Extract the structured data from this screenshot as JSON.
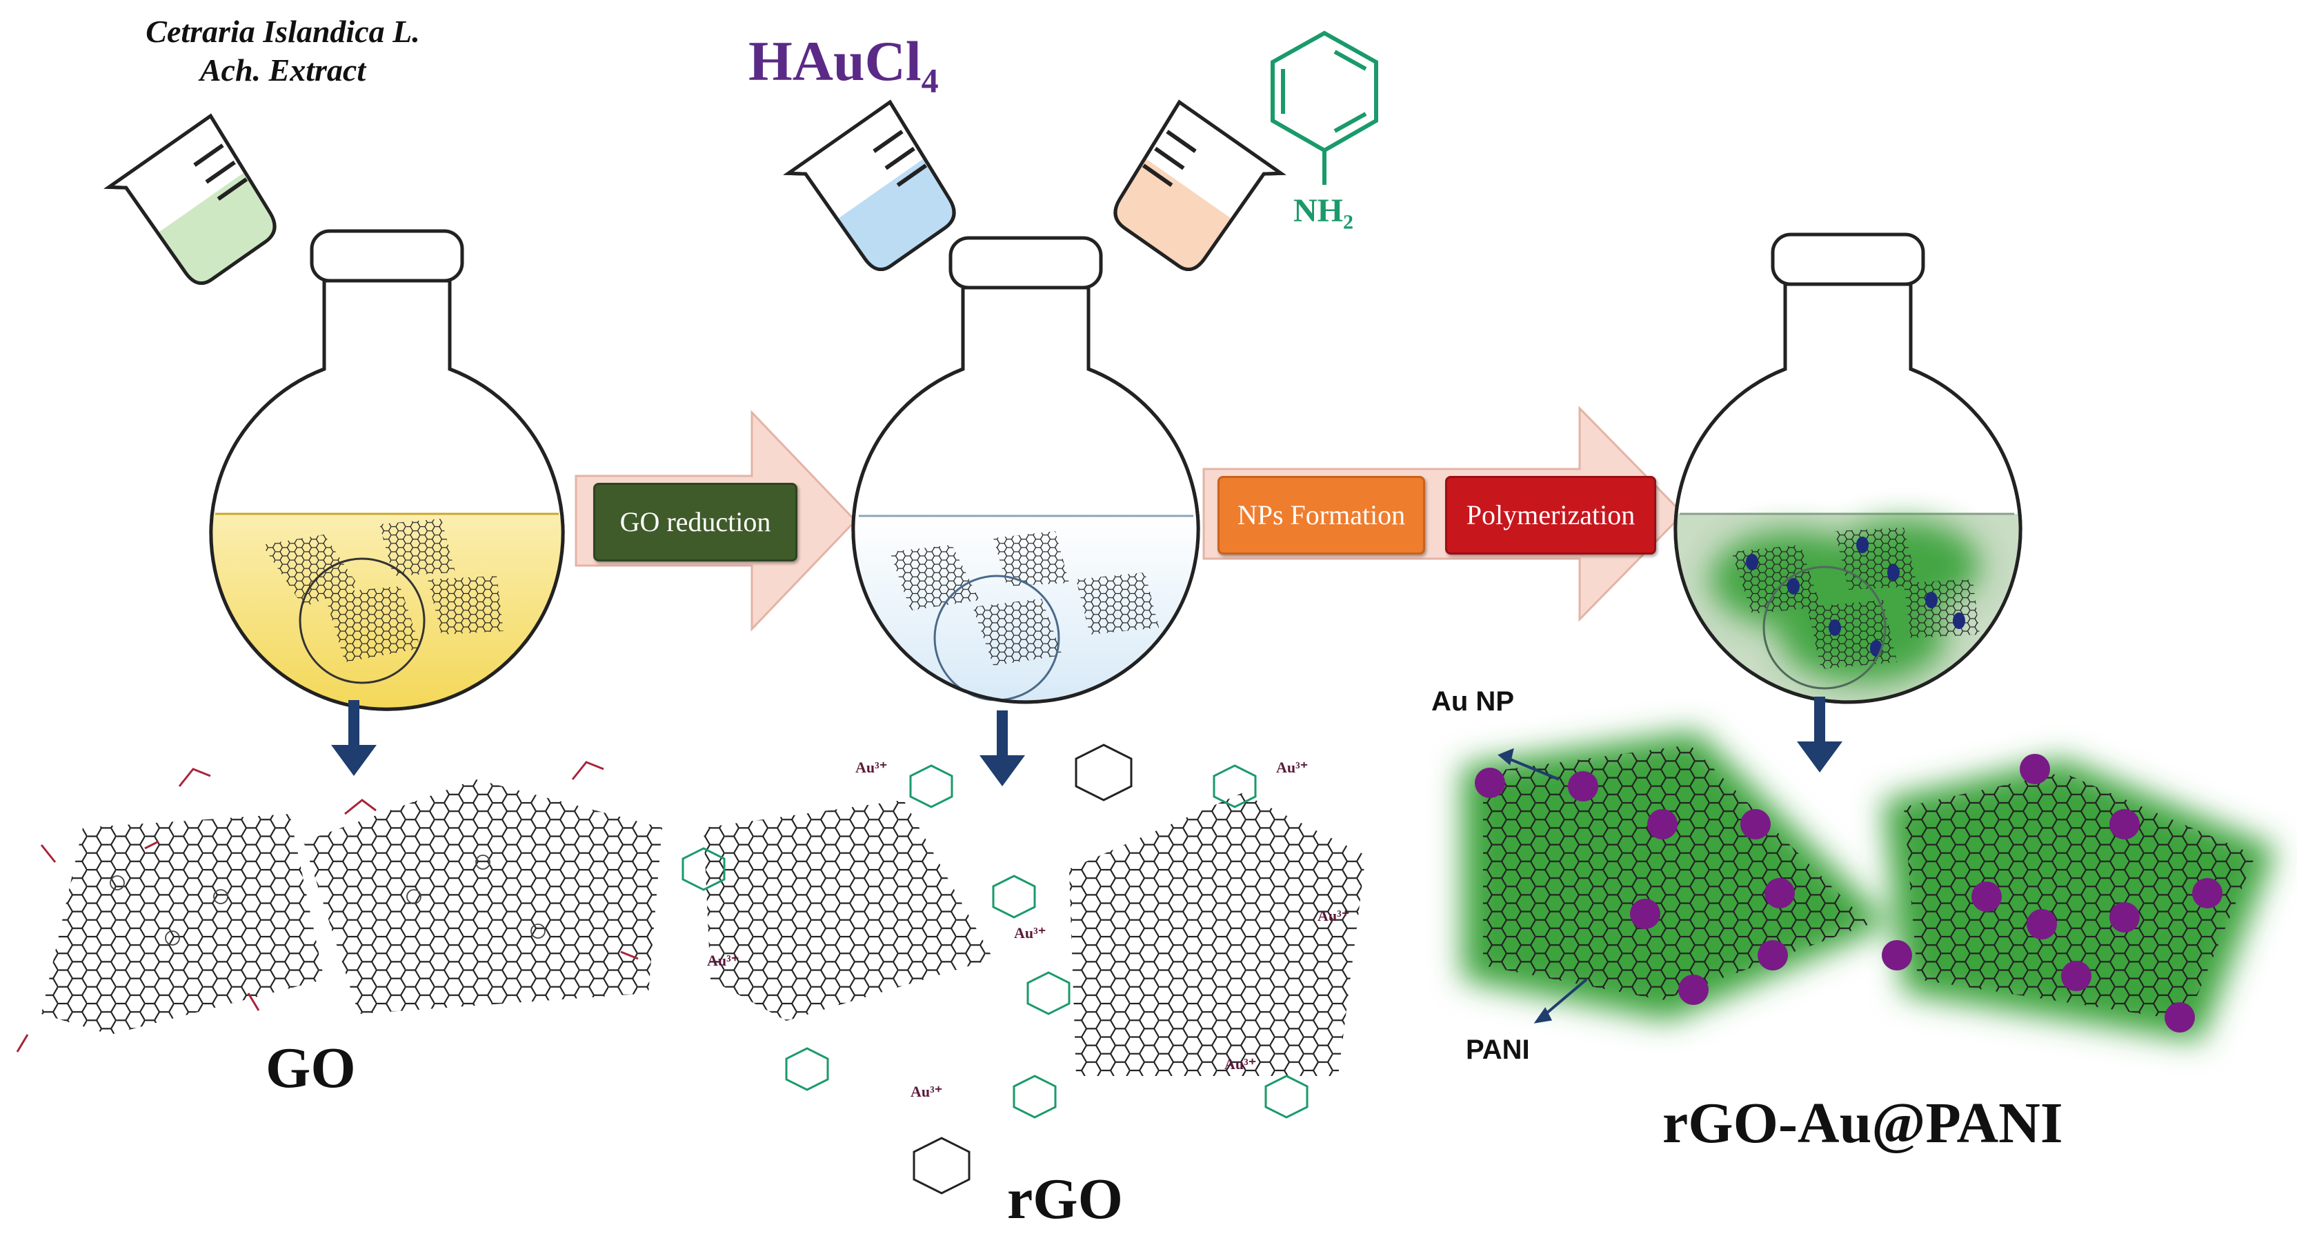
{
  "labels": {
    "extract_line1": "Cetraria Islandica L.",
    "extract_line2": "Ach. Extract",
    "haucl_main": "HAuCl",
    "haucl_sub": "4",
    "aniline_nh": "NH",
    "aniline_sub": "2",
    "go": "GO",
    "rgo": "rGO",
    "composite": "rGO-Au@PANI",
    "au_np": "Au NP",
    "pani": "PANI"
  },
  "steps": {
    "reduction": "GO reduction",
    "nps": "NPs Formation",
    "polymerization": "Polymerization"
  },
  "colors": {
    "go_solution": "#f2d44a",
    "rgo_solution": "#cfe5f5",
    "composite_solution": "#c9dcc4",
    "reduction_box": "#3f5b2a",
    "nps_box": "#ef7d2e",
    "poly_box": "#c8161d",
    "arrow_fill": "#f8d9cf",
    "au_particle": "#7a1a86",
    "pani_glow": "#3ea33e",
    "extract_beaker": "#cfe8c4",
    "haucl_beaker": "#bcdcf4",
    "aniline_beaker": "#f9d6bc"
  }
}
